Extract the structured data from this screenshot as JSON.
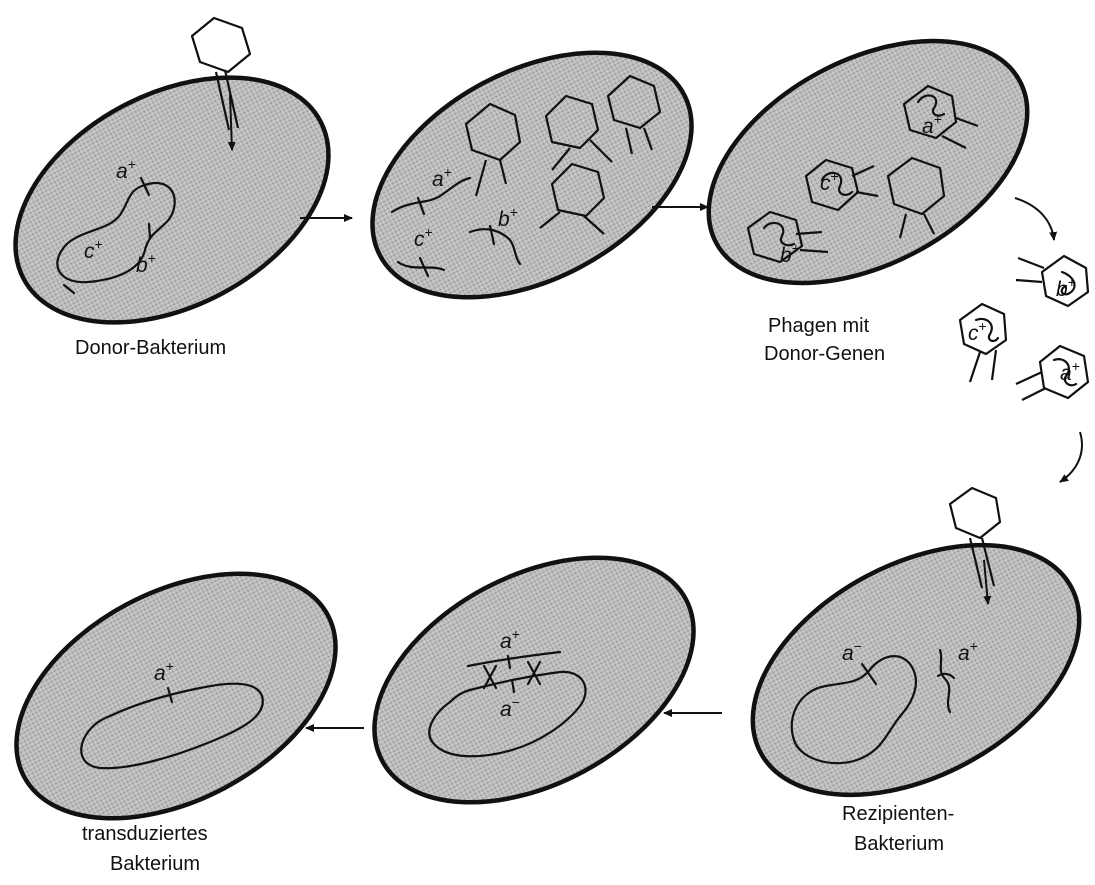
{
  "captions": {
    "donor": "Donor-Bakterium",
    "phages_line1": "Phagen mit",
    "phages_line2": "Donor-Genen",
    "recipient_line1": "Rezipienten-",
    "recipient_line2": "Bakterium",
    "transduced_line1": "transduziertes",
    "transduced_line2": "Bakterium"
  },
  "genes": {
    "a": "a",
    "b": "b",
    "c": "c",
    "plus": "+",
    "minus": "−"
  }
}
